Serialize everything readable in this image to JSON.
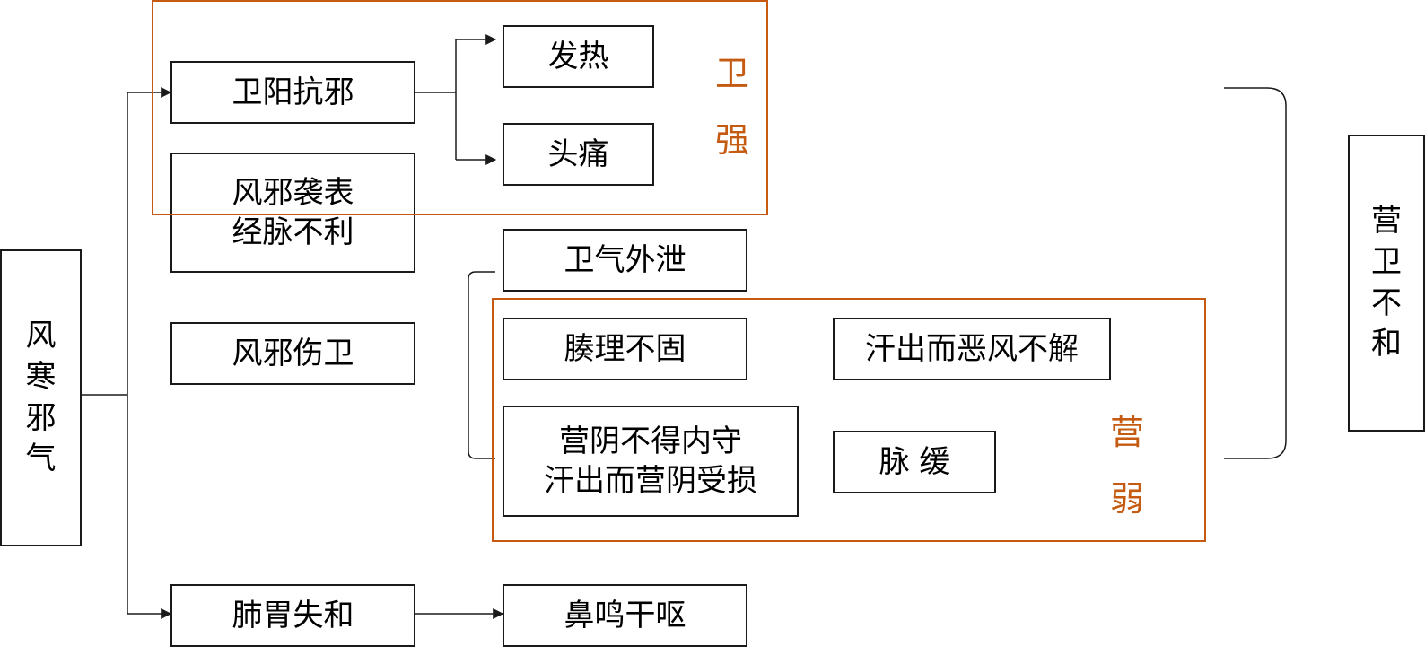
{
  "diagram": {
    "root": "风寒邪气",
    "branches": {
      "weiyang": "卫阳抗邪",
      "fengxie_xibiao": "风邪袭表\n经脉不利",
      "fengxie_shangwei": "风邪伤卫",
      "feiwei": "肺胃失和"
    },
    "symptoms": {
      "fare": "发热",
      "toutong": "头痛",
      "weiqi": "卫气外泄",
      "couli": "腠理不固",
      "hanchu_efeng": "汗出而恶风不解",
      "yingyin": "营阴不得内守\n汗出而营阴受损",
      "maihuan": "脉 缓",
      "biming": "鼻鸣干呕"
    },
    "groups": {
      "wei_qiang": "卫强",
      "ying_ruo": "营弱"
    },
    "conclusion": "营卫不和",
    "colors": {
      "line": "#1a1a1a",
      "accent": "#c55a11"
    }
  }
}
